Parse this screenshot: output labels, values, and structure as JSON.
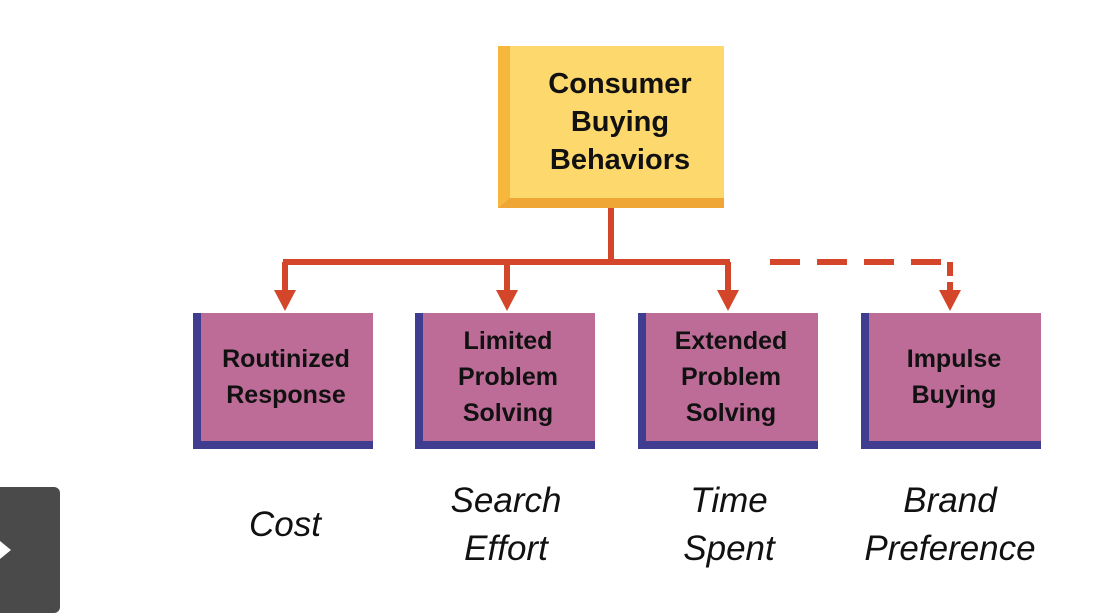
{
  "root": {
    "label": "Consumer\nBuying\nBehaviors"
  },
  "categories": [
    {
      "label": "Routinized\nResponse",
      "caption": "Cost"
    },
    {
      "label": "Limited\nProblem\nSolving",
      "caption": "Search\nEffort"
    },
    {
      "label": "Extended\nProblem\nSolving",
      "caption": "Time\nSpent"
    },
    {
      "label": "Impulse\nBuying",
      "caption": "Brand\nPreference"
    }
  ],
  "colors": {
    "root_fill": "#fdd86c",
    "child_fill": "#bd6c97",
    "connector": "#d4462a"
  },
  "player": {
    "icon": "play-icon"
  }
}
